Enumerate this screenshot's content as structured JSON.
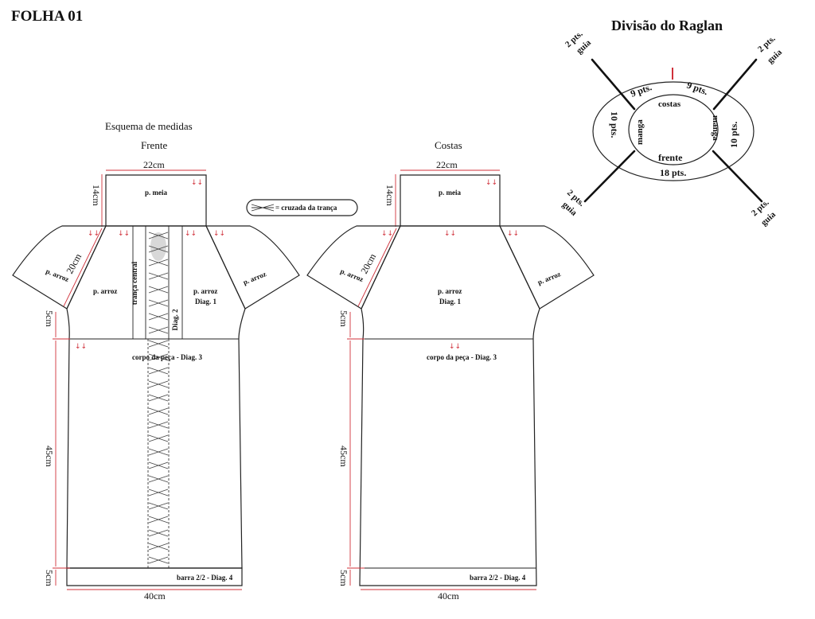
{
  "sheet_title": "FOLHA 01",
  "schema_title": "Esquema de medidas",
  "front": {
    "title": "Frente",
    "top_width": "22cm",
    "neck_height": "14cm",
    "raglan_length": "20cm",
    "armhole_drop": "5cm",
    "body_length": "45cm",
    "band_height": "5cm",
    "bottom_width": "40cm",
    "neck_stitch": "p. meia",
    "sleeve_left": "p. arroz",
    "sleeve_right": "p. arroz",
    "panel_left": "p. arroz",
    "panel_right": "p. arroz",
    "panel_right_diag": "Diag. 1",
    "central_cable": "trança central",
    "diag2": "Diag. 2",
    "body": "corpo da peça  - Diag. 3",
    "band": "barra 2/2 - Diag. 4"
  },
  "back": {
    "title": "Costas",
    "top_width": "22cm",
    "neck_height": "14cm",
    "raglan_length": "20cm",
    "armhole_drop": "5cm",
    "body_length": "45cm",
    "band_height": "5cm",
    "bottom_width": "40cm",
    "neck_stitch": "p. meia",
    "sleeve_left": "p. arroz",
    "sleeve_right": "p. arroz",
    "yoke": "p. arroz",
    "yoke_diag": "Diag. 1",
    "body": "corpo da peça  - Diag. 3",
    "band": "barra 2/2 - Diag. 4"
  },
  "legend": {
    "cable_cross": "= cruzada da trança"
  },
  "raglan": {
    "title": "Divisão do Raglan",
    "guide_tl_1": "2 pts.",
    "guide_tl_2": "guia",
    "guide_tr_1": "2 pts.",
    "guide_tr_2": "guia",
    "guide_bl_1": "2 pts.",
    "guide_bl_2": "guia",
    "guide_br_1": "2 pts.",
    "guide_br_2": "guia",
    "back_left_pts": "9 pts.",
    "back_right_pts": "9 pts.",
    "back": "costas",
    "sleeve_left_pts": "10 pts.",
    "sleeve_left": "manga",
    "sleeve_right_pts": "10 pts.",
    "sleeve_right": "manga",
    "front": "frente",
    "front_pts": "18 pts."
  }
}
